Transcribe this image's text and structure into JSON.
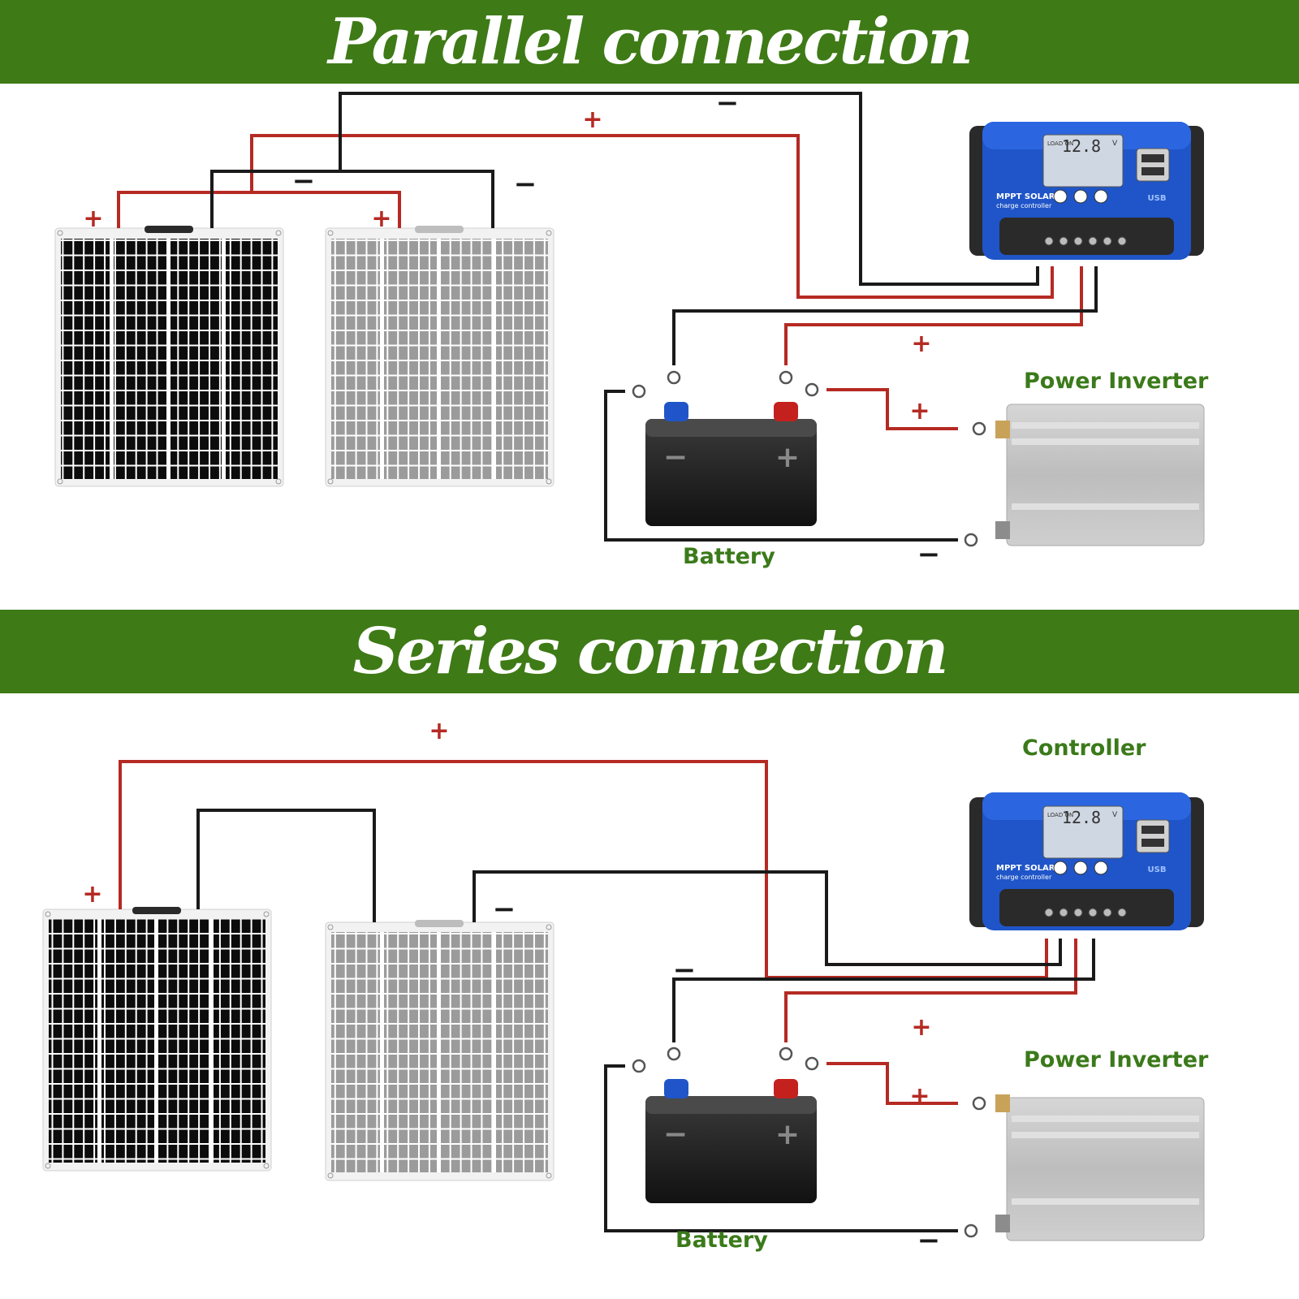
{
  "parallel": {
    "title": "Parallel connection",
    "labels": {
      "battery": "Battery",
      "inverter": "Power Inverter"
    }
  },
  "series": {
    "title": "Series connection",
    "labels": {
      "controller": "Controller",
      "battery": "Battery",
      "inverter": "Power Inverter"
    }
  },
  "controller": {
    "brand": "MPPT SOLAR",
    "subtitle": "charge controller",
    "display_value": "12.8",
    "display_unit": "V",
    "display_status": "LOAD ON",
    "usb_label": "USB"
  },
  "symbols": {
    "plus": "+",
    "minus": "−"
  },
  "colors": {
    "banner": "#3e7a16",
    "label_green": "#3b7a1a",
    "wire_positive": "#b52a23",
    "wire_negative": "#1a1a1a",
    "controller_blue": "#1f55c8",
    "plus_terminal": "#c4201e",
    "minus_terminal": "#1f55c8"
  }
}
